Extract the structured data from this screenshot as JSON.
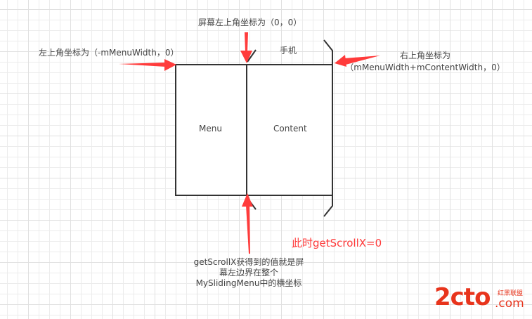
{
  "labels": {
    "screen_origin": "屏幕左上角坐标为（0，0）",
    "left_top": "左上角坐标为（-mMenuWidth，0）",
    "phone": "手机",
    "right_top_line1": "右上角坐标为",
    "right_top_line2": "（mMenuWidth+mContentWidth，0）",
    "menu": "Menu",
    "content": "Content",
    "scroll_note": "此时getScrollX=0",
    "bottom_line1": "getScrollX获得到的值就是屏",
    "bottom_line2": "幕左边界在整个",
    "bottom_line3": "MySlidingMenu中的横坐标"
  },
  "colors": {
    "arrow": "#ff3b3b",
    "box_stroke": "#333333",
    "text": "#444444",
    "note": "#ff3b3b",
    "logo_red": "#e8341c"
  },
  "watermark": {
    "brand": "2cto",
    "suffix": ".com",
    "tagline": "红黑联盟"
  }
}
